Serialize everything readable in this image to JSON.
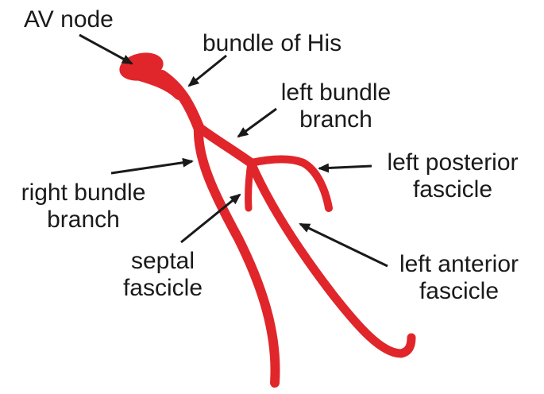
{
  "colors": {
    "conduction": "#e0262b",
    "conduction_highlight": "#f04a4e",
    "arrow": "#1a1a1a",
    "text": "#1a1a1a",
    "background": "#ffffff"
  },
  "labels": {
    "av_node": "AV node",
    "bundle_of_his": "bundle of His",
    "left_bundle_branch": [
      "left bundle",
      "branch"
    ],
    "left_posterior_fascicle": [
      "left posterior",
      "fascicle"
    ],
    "right_bundle_branch": [
      "right bundle",
      "branch"
    ],
    "septal_fascicle": [
      "septal",
      "fascicle"
    ],
    "left_anterior_fascicle": [
      "left anterior",
      "fascicle"
    ]
  }
}
